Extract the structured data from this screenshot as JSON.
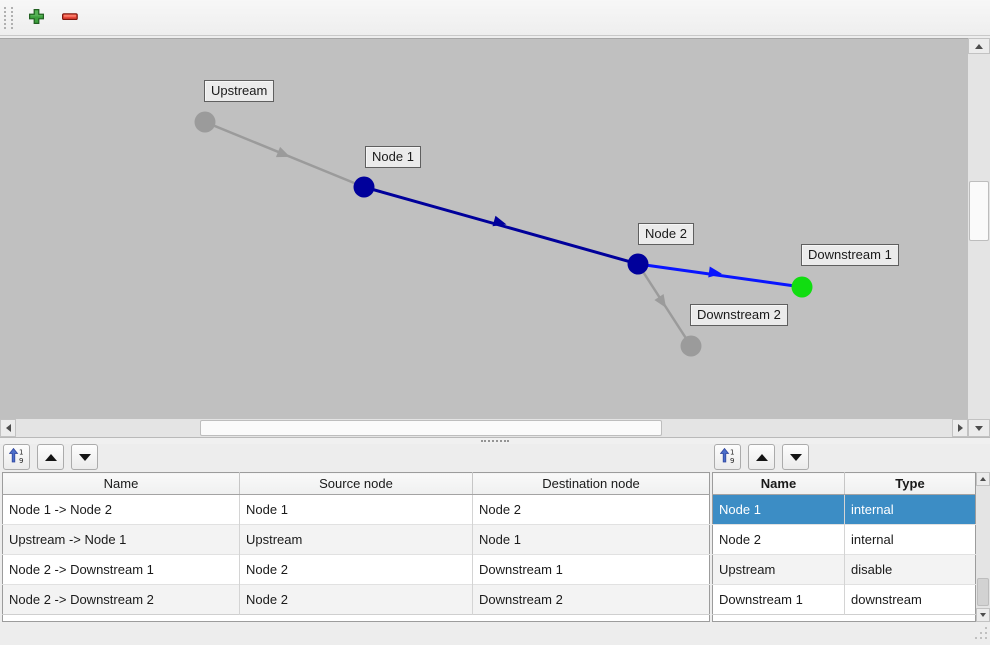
{
  "top_toolbar": {
    "buttons": [
      {
        "name": "add",
        "icon": "plus-icon",
        "color": "#3da03d"
      },
      {
        "name": "remove",
        "icon": "minus-icon",
        "color": "#e8473a"
      }
    ]
  },
  "graph": {
    "background_color": "#c0c0c0",
    "nodes": [
      {
        "label": "Upstream",
        "color": "#9b9b9b"
      },
      {
        "label": "Node 1",
        "color": "#00009b"
      },
      {
        "label": "Node 2",
        "color": "#00009b"
      },
      {
        "label": "Downstream 1",
        "color": "#11dd11"
      },
      {
        "label": "Downstream 2",
        "color": "#9b9b9b"
      }
    ],
    "edges": [
      {
        "name": "Upstream -> Node 1",
        "color": "#9b9b9b"
      },
      {
        "name": "Node 1 -> Node 2",
        "color": "#00009b"
      },
      {
        "name": "Node 2 -> Downstream 1",
        "color": "#0915ff"
      },
      {
        "name": "Node 2 -> Downstream 2",
        "color": "#9b9b9b"
      }
    ]
  },
  "edge_toolbar": {
    "buttons": [
      "sort",
      "move-up",
      "move-down"
    ]
  },
  "node_toolbar": {
    "buttons": [
      "sort",
      "move-up",
      "move-down"
    ]
  },
  "edge_table": {
    "headers": [
      "Name",
      "Source node",
      "Destination node"
    ],
    "rows": [
      [
        "Node 1 -> Node 2",
        "Node 1",
        "Node 2"
      ],
      [
        "Upstream -> Node 1",
        "Upstream",
        "Node 1"
      ],
      [
        "Node 2 -> Downstream 1",
        "Node 2",
        "Downstream 1"
      ],
      [
        "Node 2 -> Downstream 2",
        "Node 2",
        "Downstream 2"
      ]
    ]
  },
  "node_table": {
    "headers": [
      "Name",
      "Type"
    ],
    "rows": [
      [
        "Node 1",
        "internal"
      ],
      [
        "Node 2",
        "internal"
      ],
      [
        "Upstream",
        "disable"
      ],
      [
        "Downstream 1",
        "downstream"
      ]
    ],
    "selected_row_index": 0,
    "selection_color": "#3c8dc5"
  }
}
